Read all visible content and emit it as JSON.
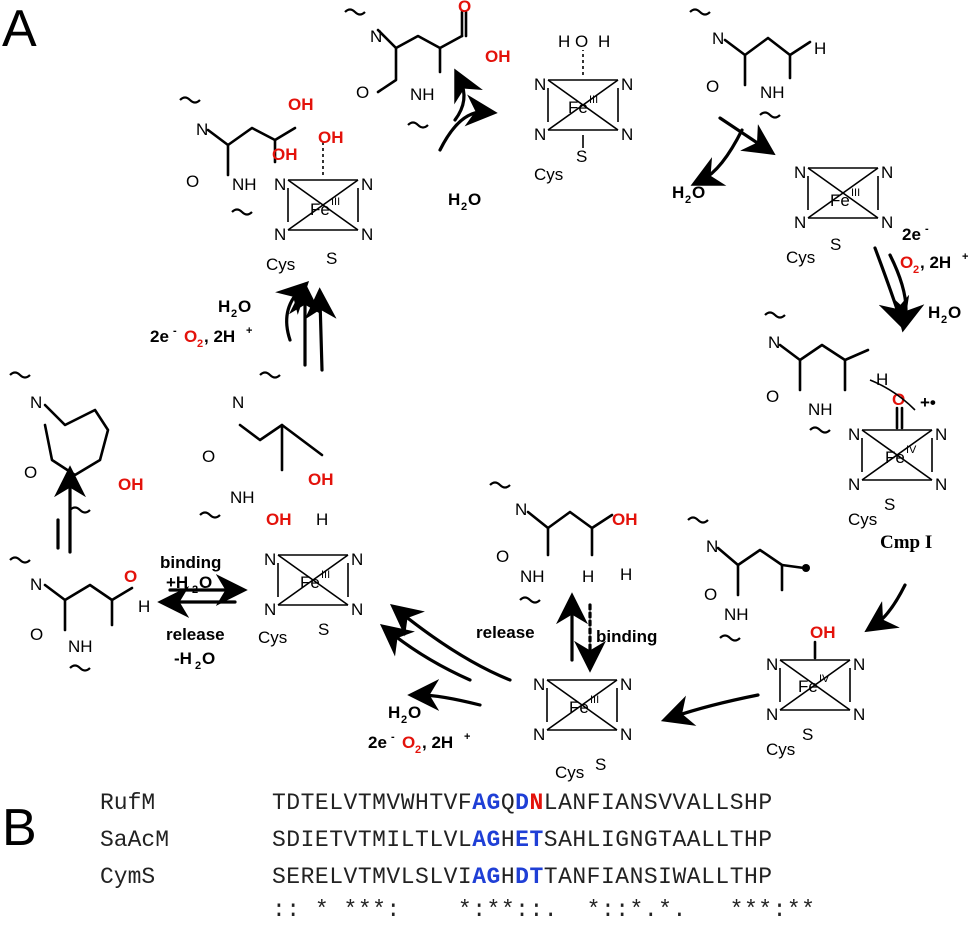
{
  "panels": {
    "a": "A",
    "b": "B"
  },
  "labels": {
    "h2o": "H",
    "h2o_sub": "2",
    "h2o_end": "O",
    "two_e": "2e",
    "sup_minus": "-",
    "o2_O": "O",
    "o2_sub": "2",
    "two_h": ", 2H",
    "sup_plus": "+",
    "fe": "Fe",
    "fe_iii": "III",
    "fe_iv": "IV",
    "cys": "Cys",
    "s": "S",
    "n": "N",
    "oh": "OH",
    "o": "O",
    "h": "H",
    "nh": "NH",
    "cmp_i": "Cmp I",
    "binding": "binding",
    "plus_h2o": "+H",
    "release": "release",
    "minus_h2o": "-H",
    "radical_cation": "+•"
  },
  "alignment": {
    "rows": [
      {
        "name": "RufM",
        "pre": "TDTELVTMVWHTVF",
        "b1": "AG",
        "m1": "Q",
        "b2": "D",
        "r1": "N",
        "post": "LANFIANSVVALLSHP"
      },
      {
        "name": "SaAcM",
        "pre": "SDIETVTMILTLVL",
        "b1": "AG",
        "m1": "H",
        "b2": "ET",
        "r1": "",
        "post": "SAHLIGNGTAALLTHP"
      },
      {
        "name": "CymS",
        "pre": "SERELVTMVLSLVI",
        "b1": "AG",
        "m1": "H",
        "b2": "DT",
        "r1": "",
        "post": "TANFIANSIWALLTHP"
      }
    ],
    "consensus": ":: * ***:    *:**::.  *::*.*.   ***:**"
  },
  "colors": {
    "highlight_blue": "#1f3fd6",
    "highlight_red": "#e3120b"
  }
}
